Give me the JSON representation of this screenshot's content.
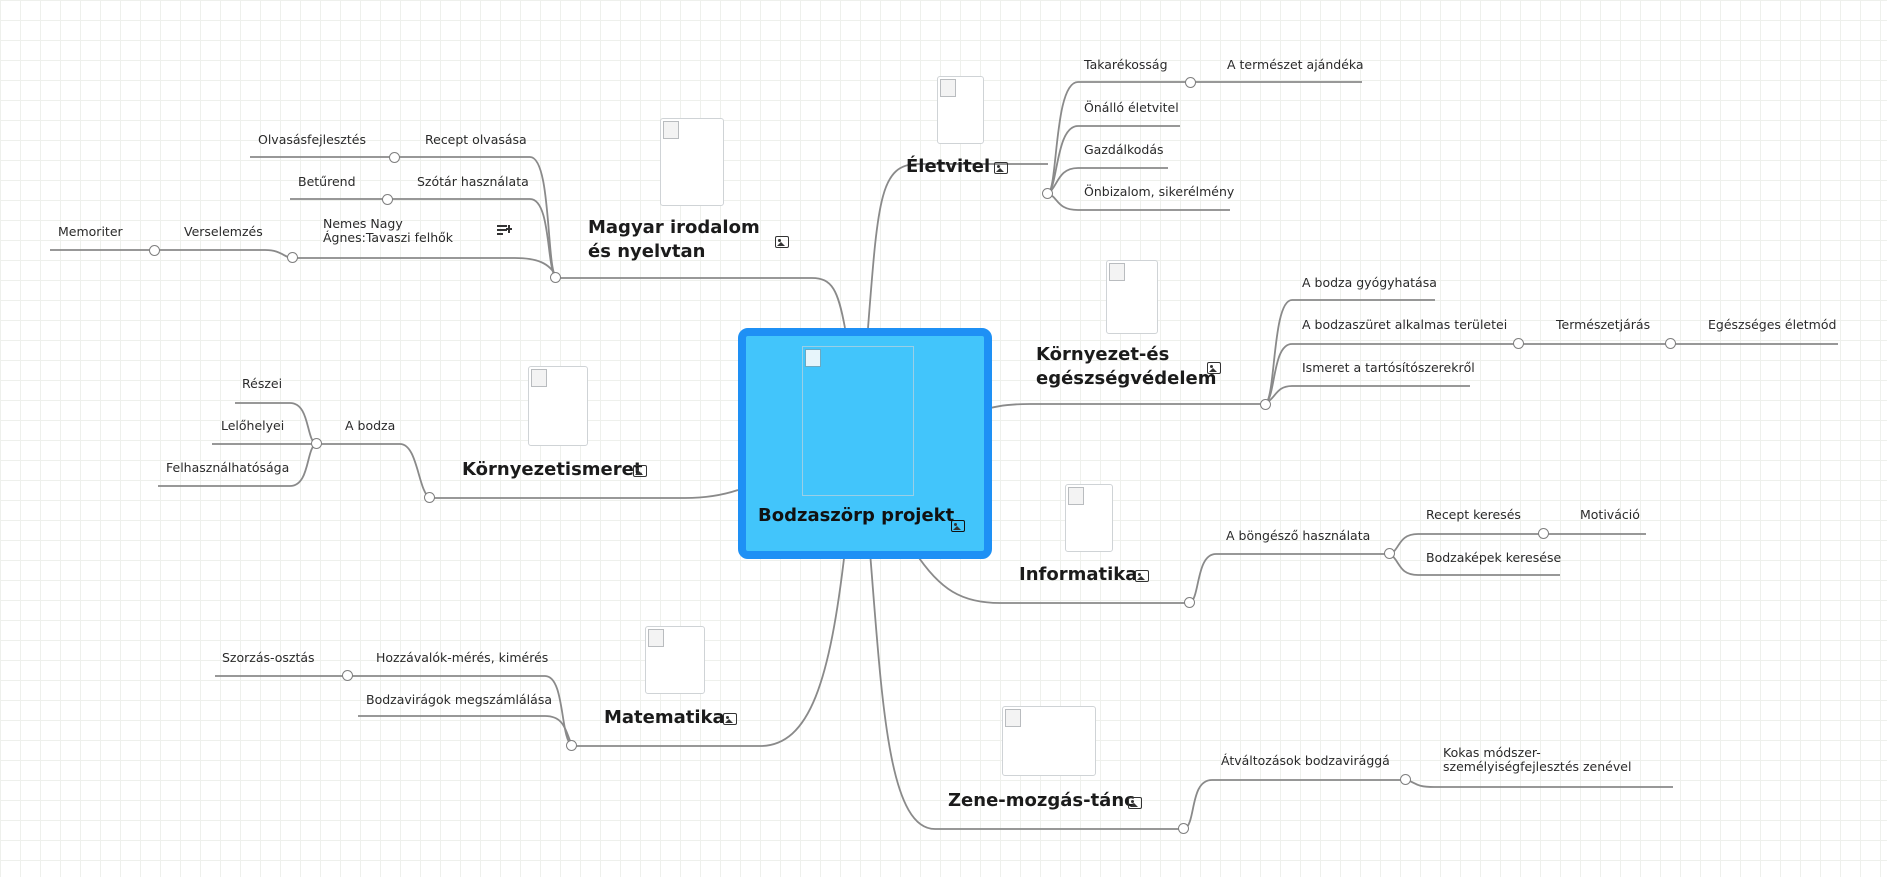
{
  "central": {
    "title": "Bodzaszörp  projekt"
  },
  "topics": {
    "magyar": "Magyar irodalom és nyelvtan",
    "kornyezetismeret": "Környezetismeret",
    "matematika": "Matematika",
    "eletvitel": "Életvitel",
    "kornyezet_egeszseg": "Környezet-és egészségvédelem",
    "informatika": "Informatika",
    "zene": "Zene-mozgás-tánc"
  },
  "magyar": {
    "recept_olvasasa": "Recept olvasása",
    "olvasasfejlesztes": "Olvasásfejlesztés",
    "szotar": "Szótár használata",
    "beturend": "Betűrend",
    "nemes_nagy": "Nemes Nagy Ágnes:Tavaszi felhők",
    "verselemzes": "Verselemzés",
    "memoriter": "Memoriter"
  },
  "kornyezetismeret": {
    "a_bodza": "A bodza",
    "reszei": "Részei",
    "lelohelyei": "Lelőhelyei",
    "felhasznalhatosaga": "Felhasználhatósága"
  },
  "matematika": {
    "hozzavalok": "Hozzávalók-mérés, kimérés",
    "szorzas": "Szorzás-osztás",
    "bodzavirag": "Bodzavirágok megszámlálása"
  },
  "eletvitel": {
    "takarekossag": "Takarékosság",
    "termeszet_ajandeka": "A természet ajándéka",
    "onallo": "Önálló életvitel",
    "gazdalkodas": "Gazdálkodás",
    "onbizalom": "Önbizalom, sikerélmény"
  },
  "kornyezet_egeszseg": {
    "gyogyhatas": "A bodza gyógyhatása",
    "bodzaszuret": "A bodzaszüret alkalmas területei",
    "termeszetjaras": "Természetjárás",
    "egeszseges": "Egészséges életmód",
    "tartositoszer": "Ismeret a tartósítószerekről"
  },
  "informatika": {
    "bongeszo": "A böngésző használata",
    "recept_kereses": "Recept keresés",
    "motivacio": "Motiváció",
    "bodzakepek": "Bodzaképek keresése"
  },
  "zene": {
    "atvaltozasok": "Átváltozások bodzavirággá",
    "kokas": "Kokas módszer-személyiségfejlesztés zenével"
  },
  "icons": {
    "topic_image": "image-icon",
    "topic_note": "notes-icon"
  }
}
